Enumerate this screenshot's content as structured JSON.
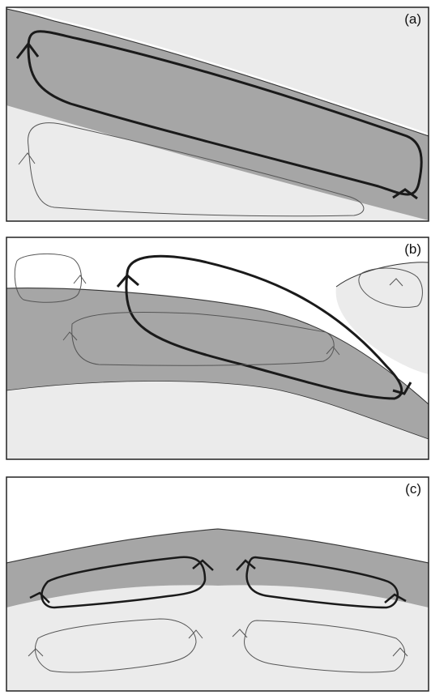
{
  "panels": [
    {
      "label": "(a)"
    },
    {
      "label": "(b)"
    },
    {
      "label": "(c)"
    }
  ],
  "colors": {
    "background": "#ffffff",
    "dark_layer": "#a6a6a6",
    "light_layer": "#ebebeb",
    "outline": "#222222",
    "thick_loop": "#1a1a1a",
    "thin_loop": "#555555"
  }
}
